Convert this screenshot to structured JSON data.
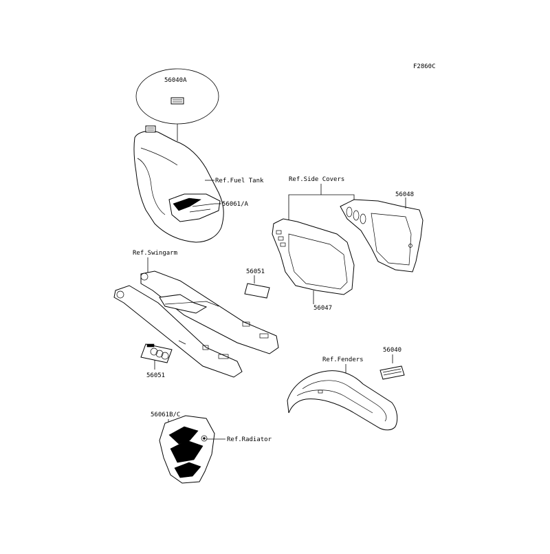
{
  "figure_code": "F2860C",
  "callouts": {
    "label_56040A": "56040A",
    "ref_fuel_tank": "Ref.Fuel Tank",
    "label_56061A": "56061/A",
    "ref_side_covers": "Ref.Side Covers",
    "label_56048": "56048",
    "label_56047": "56047",
    "ref_swingarm": "Ref.Swingarm",
    "label_56051_upper": "56051",
    "label_56051_lower": "56051",
    "ref_fenders": "Ref.Fenders",
    "label_56040": "56040",
    "label_56061BC": "56061B/C",
    "ref_radiator": "Ref.Radiator"
  }
}
